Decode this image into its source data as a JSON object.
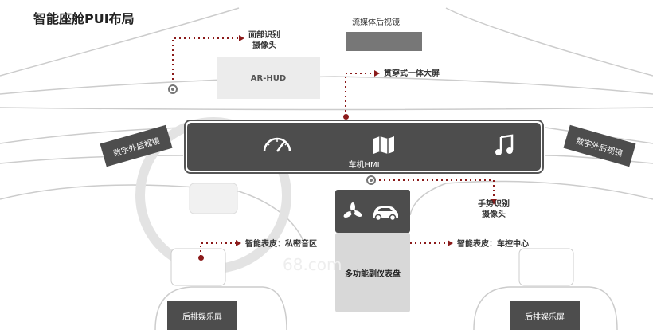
{
  "title": "智能座舱PUI布局",
  "streaming_mirror": "流媒体后视镜",
  "face_camera": "面部识别\n摄像头",
  "ar_hud": "AR-HUD",
  "wide_screen": "贯穿式一体大屏",
  "left_mirror": "数字外后视镜",
  "right_mirror": "数字外后视镜",
  "hmi": "车机HMI",
  "gesture_camera": "手势识别\n摄像头",
  "smart_surface_audio": "智能表皮：私密音区",
  "smart_surface_control": "智能表皮：车控中心",
  "passenger_cluster": "多功能副仪表盘",
  "rear_screen_left": "后排娱乐屏",
  "rear_screen_right": "后排娱乐屏",
  "watermark": "68.com",
  "colors": {
    "accent": "#8b1a1a",
    "dark": "#4d4d4d",
    "light": "#d8d8d8"
  },
  "icons": [
    "speedometer-icon",
    "map-icon",
    "music-note-icon",
    "fan-icon",
    "car-icon",
    "camera-icon"
  ]
}
